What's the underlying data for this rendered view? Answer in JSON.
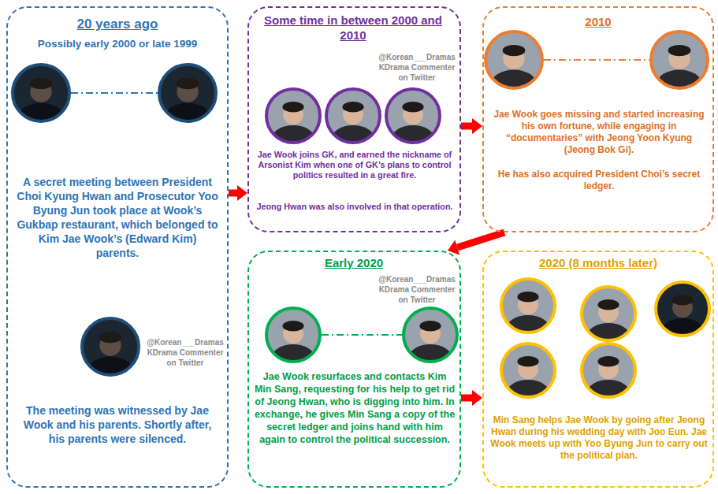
{
  "diagram": {
    "nodes": [
      {
        "text": [
          "20 years ago",
          "Possibly early 2000 or late 1999",
          "A secret meeting between President Choi Kyung Hwan and Prosecutor Yoo Byung Jun took place at Wook’s Gukbap restaurant, which belonged to Kim Jae Wook’s (Edward Kim) parents.",
          "The meeting was witnessed by Jae Wook and his parents. Shortly after, his parents were silenced."
        ]
      },
      {
        "text": [
          "Some time in between 2000 and 2010",
          "Jae Wook joins GK, and earned the nickname of Arsonist Kim when one of GK’s plans to control politics resulted in a great fire.",
          "Jeong Hwan was also involved in that operation."
        ]
      },
      {
        "text": [
          "2010",
          "Jae Wook goes missing and started increasing his own fortune, while engaging in “documentaries” with Jeong Yoon Kyung (Jeong Bok Gi).",
          "He has also acquired President Choi’s secret ledger."
        ]
      },
      {
        "text": [
          "Early 2020",
          "Jae Wook resurfaces and contacts Kim Min Sang, requesting for his help to get rid of Jeong Hwan, who is digging into him. In exchange, he gives Min Sang a copy of the secret ledger and joins hand with him again to control the political succession."
        ]
      },
      {
        "text": [
          "2020 (8 months later)",
          "Min Sang helps Jae Wook by going after Jeong Hwan during his wedding day with Joo Eun. Jae Wook meets up with Yoo Byung Jun to carry out the political plan."
        ]
      }
    ],
    "edges": [
      {
        "from": 0,
        "to": 1,
        "arrow": "to"
      },
      {
        "from": 1,
        "to": 2,
        "arrow": "to"
      },
      {
        "from": 2,
        "to": 3,
        "arrow": "to"
      },
      {
        "from": 3,
        "to": 4,
        "arrow": "to"
      }
    ],
    "labels": [
      "@Korean___Dramas KDrama Commenter on Twitter",
      "@Korean___Dramas KDrama Commenter on Twitter",
      "@Korean___Dramas KDrama Commenter on Twitter"
    ]
  }
}
